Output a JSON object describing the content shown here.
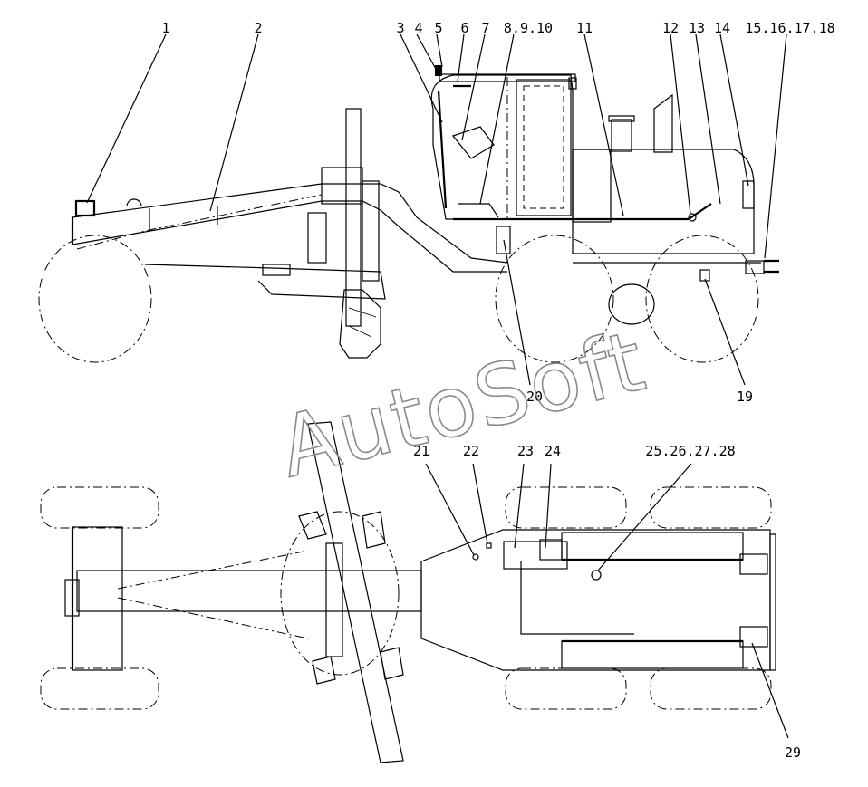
{
  "watermark": "AutoSoft",
  "side_view_labels": [
    "1",
    "2",
    "3",
    "4",
    "5",
    "6",
    "7",
    "8.9.10",
    "11",
    "12",
    "13",
    "14",
    "15.16.17.18",
    "19",
    "20"
  ],
  "top_view_labels": [
    "21",
    "22",
    "23",
    "24",
    "25.26.27.28",
    "29"
  ]
}
